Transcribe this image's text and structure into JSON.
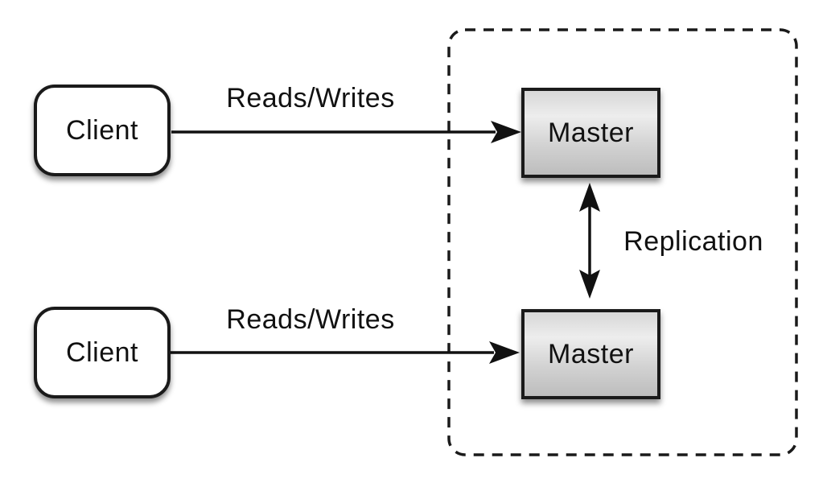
{
  "nodes": {
    "client_top": {
      "label": "Client"
    },
    "client_bottom": {
      "label": "Client"
    },
    "master_top": {
      "label": "Master"
    },
    "master_bottom": {
      "label": "Master"
    }
  },
  "edges": {
    "reads_writes_top": {
      "label": "Reads/Writes"
    },
    "reads_writes_bottom": {
      "label": "Reads/Writes"
    },
    "replication": {
      "label": "Replication"
    }
  },
  "colors": {
    "background": "#ffffff",
    "stroke": "#111111",
    "client_fill": "#ffffff",
    "master_fill_light": "#ededed",
    "master_fill_dark": "#bdbdbd"
  }
}
